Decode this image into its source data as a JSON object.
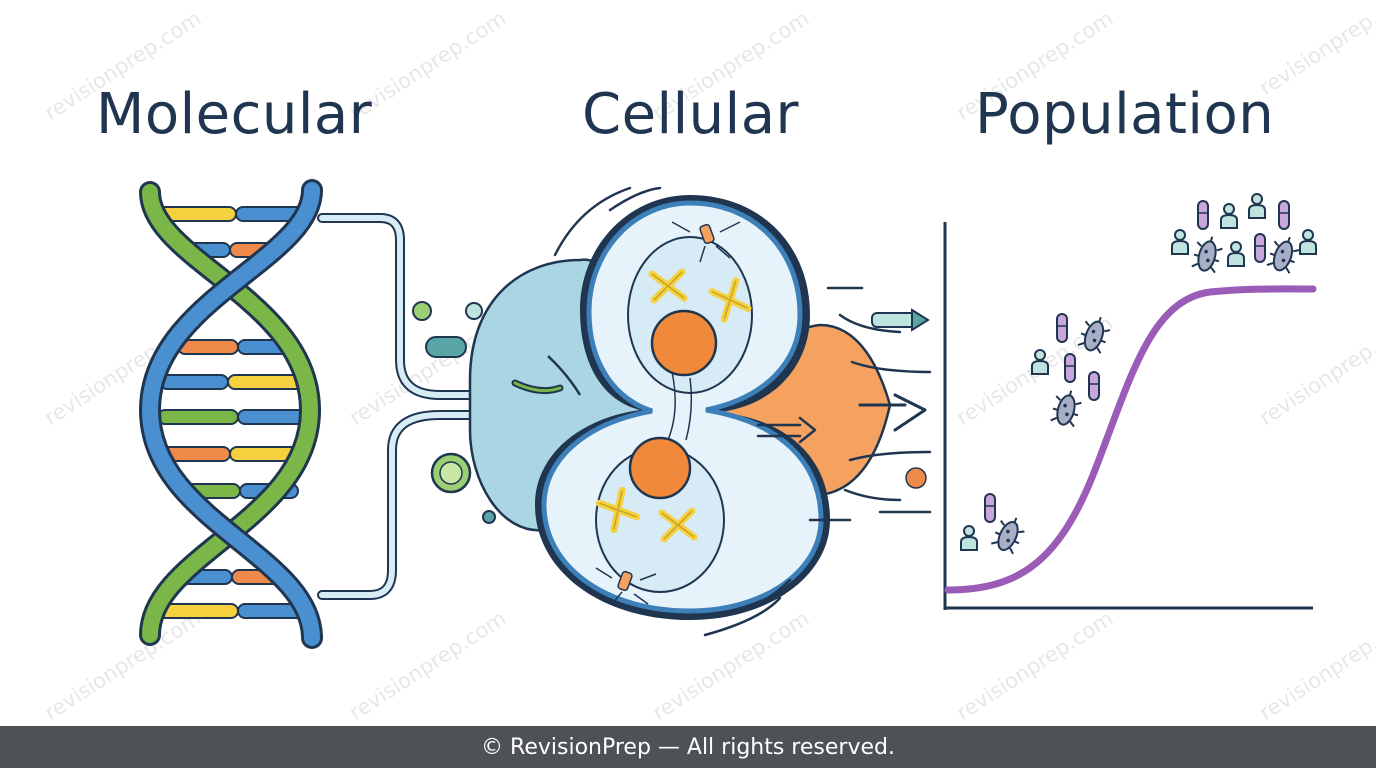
{
  "headings": {
    "molecular": "Molecular",
    "cellular": "Cellular",
    "population": "Population"
  },
  "watermark": "revisionprep.com",
  "footer": "© RevisionPrep — All rights reserved.",
  "colors": {
    "navy": "#1f3550",
    "blue": "#4a8fd0",
    "green": "#7ab648",
    "yellow": "#f5d140",
    "orange": "#f08a4b",
    "teal": "#5aa6a6",
    "cell_fill": "#e6f3fb",
    "cell_border": "#3d7fb8",
    "purple": "#9b5cb7"
  },
  "icons": [
    "dna-helix-icon",
    "dividing-cell-icon",
    "chromosome-icon",
    "population-person-icon",
    "bacterium-icon",
    "arrow-right-icon"
  ]
}
